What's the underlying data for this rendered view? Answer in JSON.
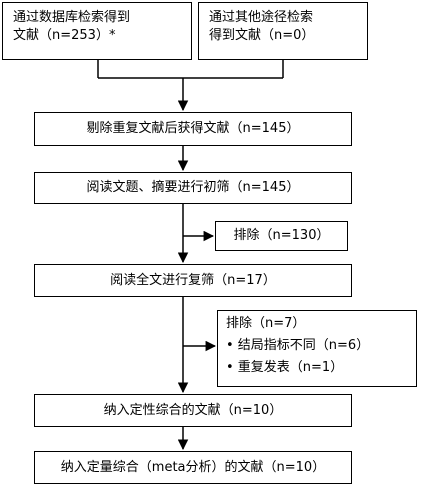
{
  "source_database_box": {
    "line1": "通过数据库检索得到",
    "line2": "文献（n=253）*"
  },
  "source_other_box": {
    "line1": "通过其他途径检索",
    "line2": "得到文献（n=0）"
  },
  "dedup_box": {
    "text": "剔除重复文献后获得文献（n=145）"
  },
  "title_abstract_box": {
    "text": "阅读文题、摘要进行初筛（n=145）"
  },
  "exclude1_box": {
    "text": "排除（n=130）"
  },
  "fulltext_box": {
    "text": "阅读全文进行复筛（n=17）"
  },
  "exclude2_box": {
    "title": "排除（n=7）",
    "bullets": [
      "• 结局指标不同（n=6）",
      "• 重复发表（n=1）"
    ]
  },
  "qualitative_box": {
    "text": "纳入定性综合的文献（n=10）"
  },
  "quantitative_box": {
    "text": "纳入定量综合（meta分析）的文献（n=10）"
  }
}
